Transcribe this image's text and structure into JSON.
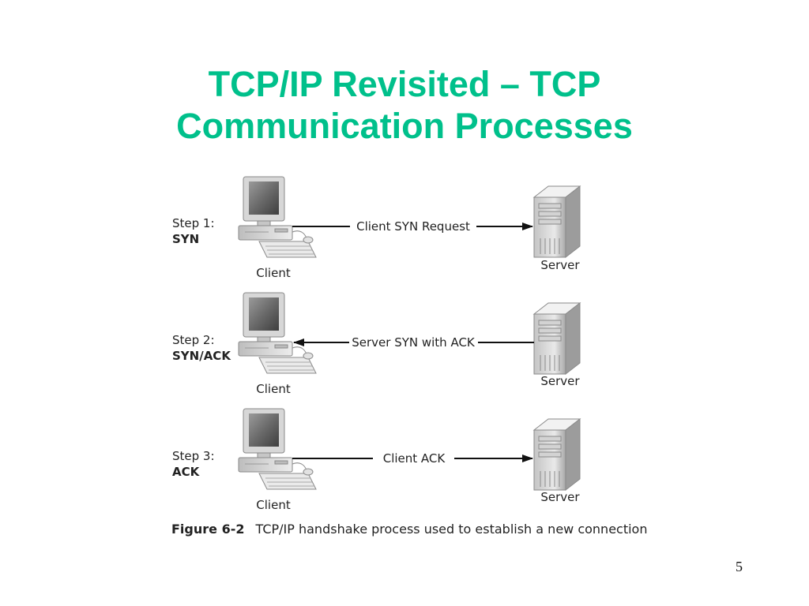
{
  "slide": {
    "title_line1": "TCP/IP Revisited – TCP",
    "title_line2": "Communication Processes",
    "title_color": "#00c08b",
    "page_number": "5"
  },
  "diagram": {
    "steps": [
      {
        "step_label": "Step 1:",
        "step_name": "SYN",
        "message": "Client SYN Request",
        "direction": "client-to-server",
        "client_label": "Client",
        "server_label": "Server"
      },
      {
        "step_label": "Step 2:",
        "step_name": "SYN/ACK",
        "message": "Server SYN with ACK",
        "direction": "server-to-client",
        "client_label": "Client",
        "server_label": "Server"
      },
      {
        "step_label": "Step 3:",
        "step_name": "ACK",
        "message": "Client ACK",
        "direction": "client-to-server",
        "client_label": "Client",
        "server_label": "Server"
      }
    ]
  },
  "caption": {
    "figure_number": "Figure 6-2",
    "text": "TCP/IP handshake process used to establish a new connection"
  }
}
